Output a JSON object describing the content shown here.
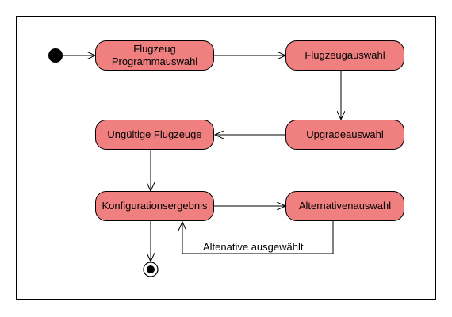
{
  "colors": {
    "state_fill": "#f08080",
    "stroke": "#000000",
    "background": "#ffffff"
  },
  "states": [
    {
      "id": "programmauswahl",
      "label": "Flugzeug\nProgrammauswahl"
    },
    {
      "id": "flugzeugauswahl",
      "label": "Flugzeugauswahl"
    },
    {
      "id": "upgradeauswahl",
      "label": "Upgradeauswahl"
    },
    {
      "id": "ungueltige",
      "label": "Ungültige Flugzeuge"
    },
    {
      "id": "konfiguration",
      "label": "Konfigurationsergebnis"
    },
    {
      "id": "alternativen",
      "label": "Alternativenauswahl"
    }
  ],
  "transitions": [
    {
      "from": "start",
      "to": "programmauswahl"
    },
    {
      "from": "programmauswahl",
      "to": "flugzeugauswahl"
    },
    {
      "from": "flugzeugauswahl",
      "to": "upgradeauswahl"
    },
    {
      "from": "upgradeauswahl",
      "to": "ungueltige"
    },
    {
      "from": "ungueltige",
      "to": "konfiguration"
    },
    {
      "from": "konfiguration",
      "to": "alternativen"
    },
    {
      "from": "alternativen",
      "to": "konfiguration",
      "label": "Altenative ausgewählt"
    },
    {
      "from": "konfiguration",
      "to": "end"
    }
  ]
}
